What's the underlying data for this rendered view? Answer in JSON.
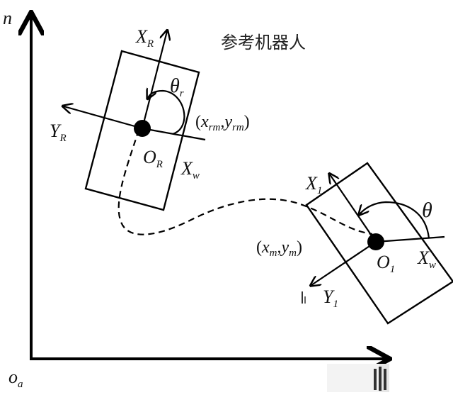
{
  "labels": {
    "axis_y": "n",
    "origin": "o",
    "origin_sub": "a",
    "title": "参考机器人",
    "ref_robot": {
      "xr": "X",
      "xr_sub": "R",
      "yr": "Y",
      "yr_sub": "R",
      "theta": "θ",
      "theta_sub": "r",
      "center": "O",
      "center_sub": "R",
      "xw": "X",
      "xw_sub": "w",
      "point_open": "(",
      "point_x": "x",
      "point_x_sub": "rm",
      "point_comma": ",",
      "point_y": "y",
      "point_y_sub": "rm",
      "point_close": ")"
    },
    "follow_robot": {
      "x1": "X",
      "x1_sub": "1",
      "y1": "Y",
      "y1_sub": "1",
      "theta": "θ",
      "center": "O",
      "center_sub": "1",
      "xw": "X",
      "xw_sub": "w",
      "point_open": "(",
      "point_x": "x",
      "point_x_sub": "m",
      "point_comma": ",",
      "point_y": "y",
      "point_y_sub": "m",
      "point_close": ")"
    }
  },
  "colors": {
    "stroke": "#000000",
    "text": "#111111",
    "background": "#ffffff"
  }
}
